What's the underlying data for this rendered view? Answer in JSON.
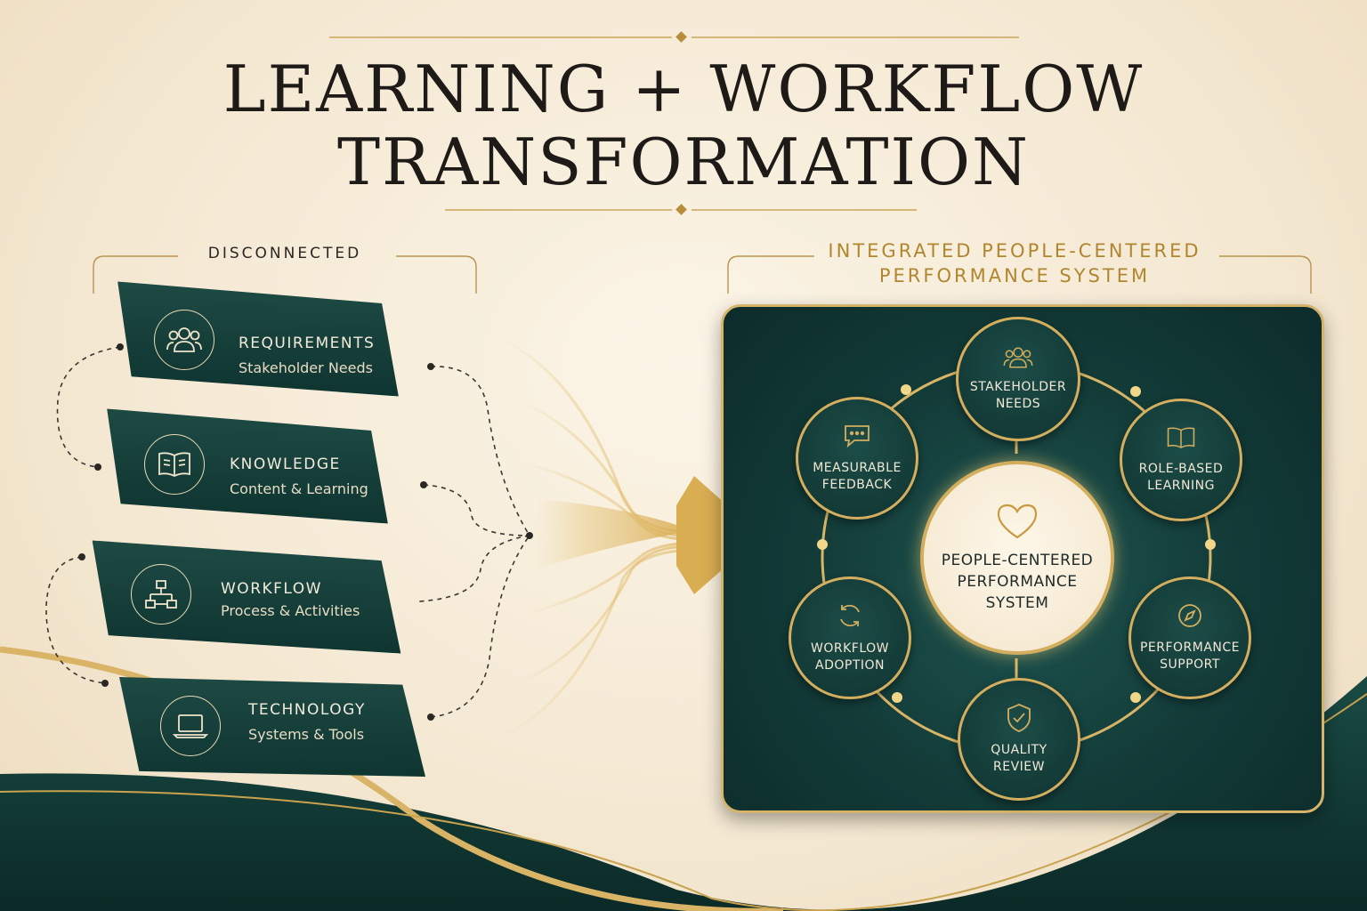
{
  "title": {
    "line1": "LEARNING + WORKFLOW",
    "line2": "TRANSFORMATION"
  },
  "left_section": {
    "label": "DISCONNECTED",
    "cards": [
      {
        "title": "REQUIREMENTS",
        "subtitle": "Stakeholder Needs",
        "icon": "people-group-icon"
      },
      {
        "title": "KNOWLEDGE",
        "subtitle": "Content & Learning",
        "icon": "open-book-icon"
      },
      {
        "title": "WORKFLOW",
        "subtitle": "Process & Activities",
        "icon": "org-chart-icon"
      },
      {
        "title": "TECHNOLOGY",
        "subtitle": "Systems & Tools",
        "icon": "laptop-icon"
      }
    ]
  },
  "right_section": {
    "label_line1": "INTEGRATED PEOPLE-CENTERED",
    "label_line2": "PERFORMANCE SYSTEM",
    "center": {
      "line1": "PEOPLE-CENTERED",
      "line2": "PERFORMANCE",
      "line3": "SYSTEM",
      "icon": "heart-icon"
    },
    "nodes": [
      {
        "line1": "STAKEHOLDER",
        "line2": "NEEDS",
        "icon": "people-group-icon"
      },
      {
        "line1": "ROLE-BASED",
        "line2": "LEARNING",
        "icon": "open-book-icon"
      },
      {
        "line1": "PERFORMANCE",
        "line2": "SUPPORT",
        "icon": "compass-icon"
      },
      {
        "line1": "QUALITY",
        "line2": "REVIEW",
        "icon": "shield-check-icon"
      },
      {
        "line1": "WORKFLOW",
        "line2": "ADOPTION",
        "icon": "cycle-arrows-icon"
      },
      {
        "line1": "MEASURABLE",
        "line2": "FEEDBACK",
        "icon": "chat-bubble-icon"
      }
    ]
  },
  "colors": {
    "teal_dark": "#0f3531",
    "teal": "#1e4a44",
    "gold": "#d4ae5f",
    "gold_text": "#b0862f",
    "cream": "#f4e8d2"
  }
}
